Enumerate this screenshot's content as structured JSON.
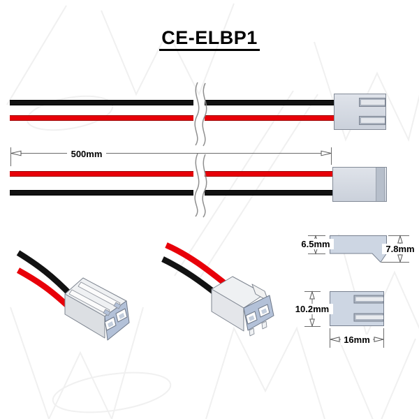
{
  "title": "CE-ELBP1",
  "dimensions": {
    "lead_length": "500mm",
    "housing_height": "6.5mm",
    "overall_height_with_latch": "7.8mm",
    "housing_depth": "10.2mm",
    "housing_width": "16mm"
  },
  "assemblies": {
    "top_view_wire_order": [
      "black",
      "red"
    ],
    "bottom_view_wire_order": [
      "red",
      "black"
    ],
    "pins_per_connector": 2
  },
  "colors": {
    "wire_red": "#e80009",
    "wire_black": "#121212",
    "housing_body": "#d5dae3",
    "housing_mating_face": "#b3c1d8",
    "outline_gray": "#7d848f",
    "dimension_line": "#6b6b6b",
    "watermark": "#f0f0f0",
    "text": "#000000"
  }
}
